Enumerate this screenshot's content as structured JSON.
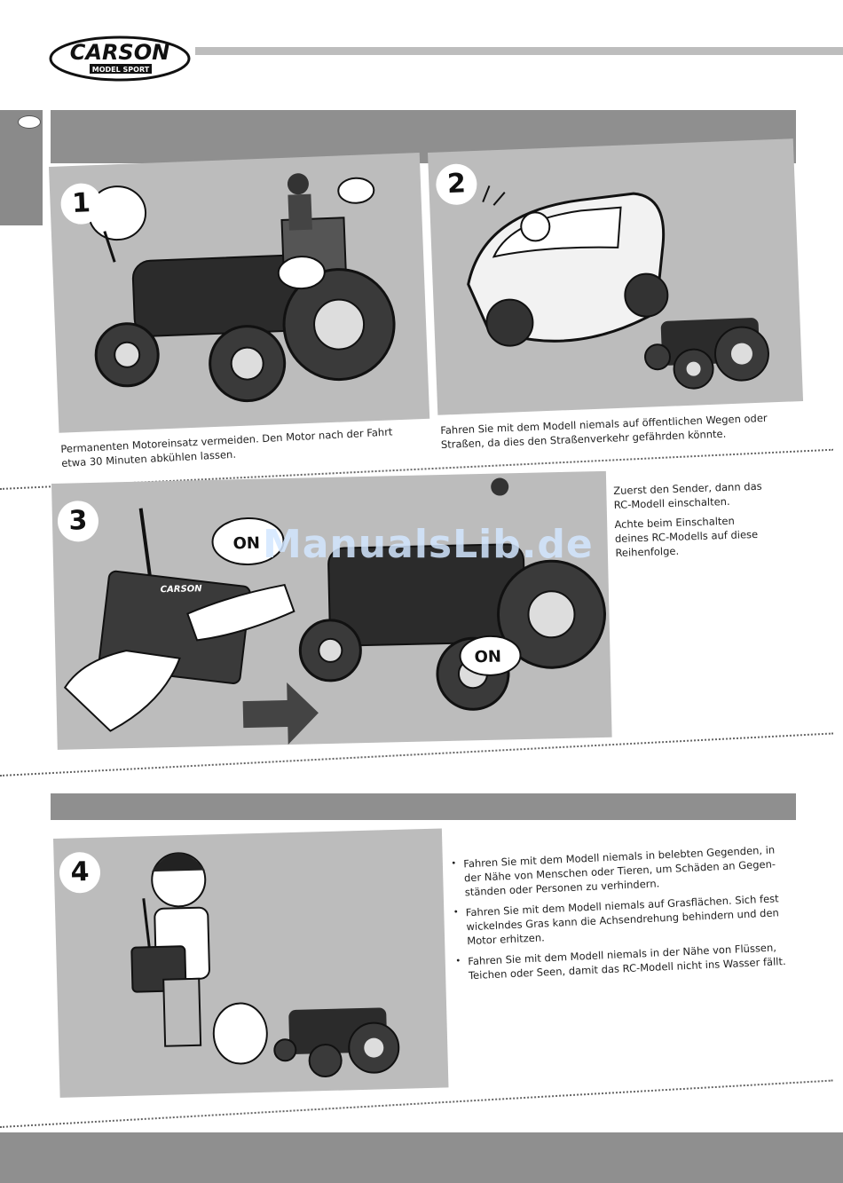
{
  "header": {
    "brand_main": "CARSON",
    "brand_sub": "MODEL SPORT"
  },
  "panels": [
    {
      "step": "1",
      "caption": [
        "Permanenten Motoreinsatz vermeiden. Den Motor nach der Fahrt",
        "etwa 30 Minuten abkühlen lassen."
      ]
    },
    {
      "step": "2",
      "caption": [
        "Fahren Sie mit dem Modell niemals auf öffentlichen Wegen oder",
        "Straßen, da dies den Straßenverkehr gefährden könnte."
      ]
    },
    {
      "step": "3",
      "bubble_transmitter": "ON",
      "bubble_tractor": "ON",
      "transmitter_brand": "CARSON",
      "caption": [
        [
          "Zuerst den Sender, dann das",
          "RC-Modell einschalten."
        ],
        [
          "Achte beim Einschalten",
          "deines RC-Modells auf diese",
          "Reihenfolge."
        ]
      ]
    },
    {
      "step": "4",
      "bullets": [
        "Fahren Sie mit dem Modell niemals in belebten Gegenden, in\nder Nähe von Menschen oder Tieren, um Schäden an Gegen-\nständen oder Personen zu verhindern.",
        "Fahren Sie mit dem Modell niemals auf Grasflächen. Sich fest\nwickelndes Gras kann die Achsendrehung behindern und den\nMotor erhitzen.",
        "Fahren Sie mit dem Modell niemals in der Nähe von Flüssen,\nTeichen oder Seen, damit das RC-Modell nicht ins Wasser fällt."
      ]
    }
  ],
  "watermark": "ManualsLib.de"
}
